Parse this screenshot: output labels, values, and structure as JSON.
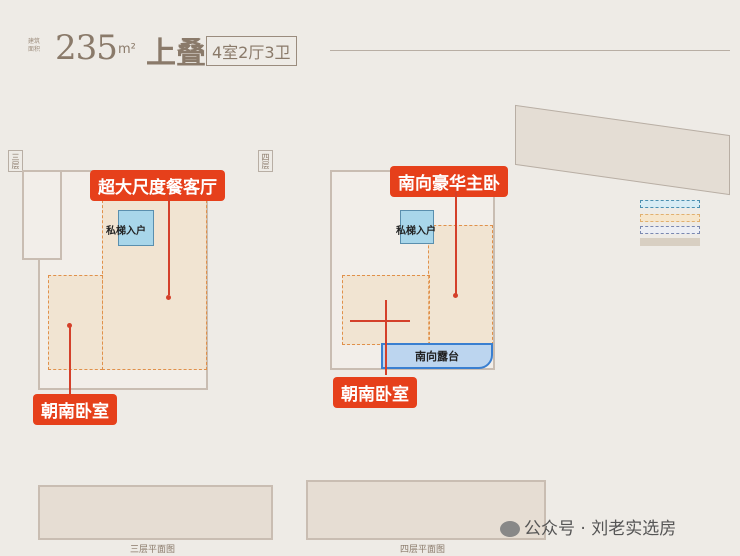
{
  "header": {
    "area_number": "235",
    "area_unit": "m²",
    "type": "上叠",
    "rooms": "4室2厅3卫"
  },
  "plan_left": {
    "floor_mark": "三层",
    "callout_living": "超大尺度餐客厅",
    "callout_bedroom": "朝南卧室",
    "lift_label": "私梯入户",
    "caption": "三层平面图"
  },
  "plan_right": {
    "floor_mark": "四层",
    "callout_master": "南向豪华主卧",
    "callout_bedroom": "朝南卧室",
    "lift_label": "私梯入户",
    "terrace_label": "南向露台",
    "caption": "四层平面图"
  },
  "legend": {
    "colors": [
      "#8ec6e0",
      "#f0c890",
      "#9aa8c8",
      "#d8cfc2"
    ]
  },
  "colors": {
    "accent": "#e6401b",
    "terrace": "#3a7fd0"
  },
  "watermark": {
    "icon": "wechat-icon",
    "text": "公众号 · 刘老实选房"
  }
}
